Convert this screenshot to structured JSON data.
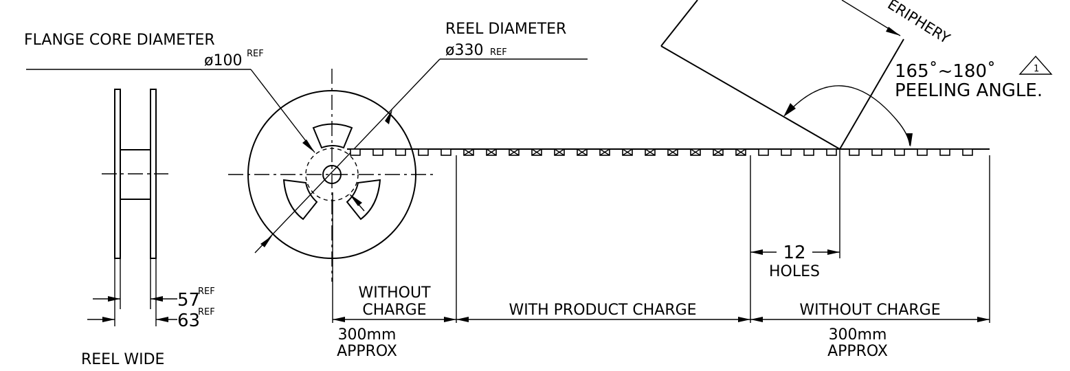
{
  "labels": {
    "flange_core_diameter": "FLANGE CORE DIAMETER",
    "flange_core_value": "ø100",
    "flange_core_ref": "REF",
    "reel_diameter": "REEL DIAMETER",
    "reel_diameter_value": "ø330",
    "reel_diameter_ref": "REF",
    "width_57": "57",
    "width_57_ref": "REF",
    "width_63": "63",
    "width_63_ref": "REF",
    "reel_wide": "REEL WIDE",
    "periphery": "ERIPHERY",
    "peeling_angle_value": "165˚~180˚",
    "peeling_angle": "PEELING ANGLE.",
    "revision_marker": "1",
    "holes_count": "12",
    "holes": "HOLES",
    "without_charge_left_1": "WITHOUT",
    "without_charge_left_2": "CHARGE",
    "left_length": "300mm",
    "left_approx": "APPROX",
    "with_product_charge": "WITH PRODUCT CHARGE",
    "without_charge_right": "WITHOUT CHARGE",
    "right_length": "300mm",
    "right_approx": "APPROX"
  }
}
